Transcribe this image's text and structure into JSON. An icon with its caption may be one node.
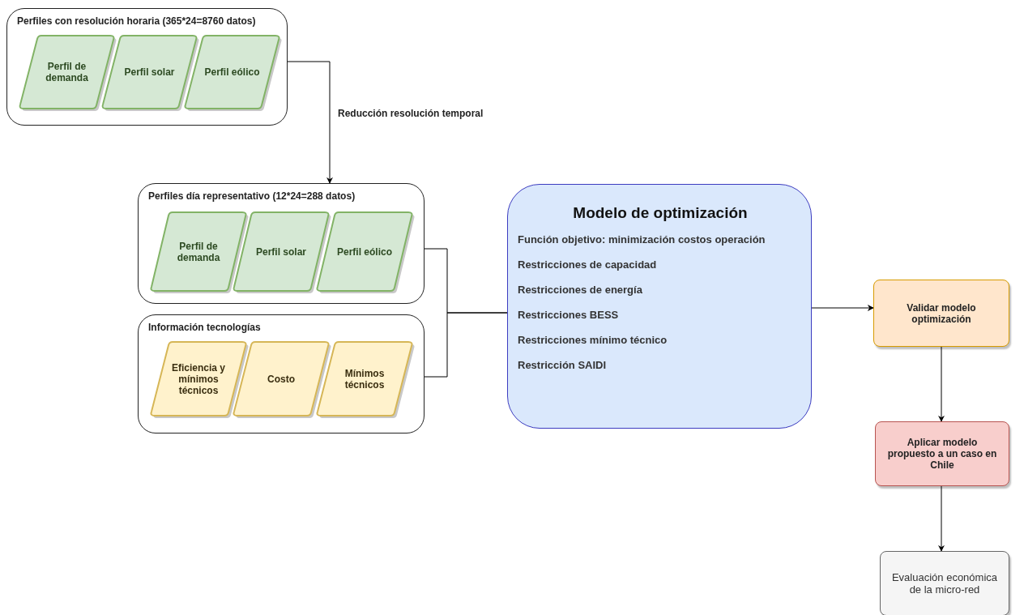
{
  "diagram": {
    "nodes": [
      {
        "text": [
          "Perfiles con resolución horaria (365*24=8760 datos)"
        ]
      },
      {
        "text": [
          "Perfil de demanda"
        ],
        "in": 0
      },
      {
        "text": [
          "Perfil solar"
        ],
        "in": 0
      },
      {
        "text": [
          "Perfil eólico"
        ],
        "in": 0
      },
      {
        "text": [
          "Perfiles día representativo  (12*24=288 datos)"
        ]
      },
      {
        "text": [
          "Perfil de demanda"
        ],
        "in": 4
      },
      {
        "text": [
          "Perfil solar"
        ],
        "in": 4
      },
      {
        "text": [
          "Perfil eólico"
        ],
        "in": 4
      },
      {
        "text": [
          "Información tecnologías"
        ]
      },
      {
        "text": [
          "Eficiencia y mínimos técnicos"
        ],
        "in": 8
      },
      {
        "text": [
          "Costo"
        ],
        "in": 8
      },
      {
        "text": [
          "Mínimos técnicos"
        ],
        "in": 8
      },
      {
        "text": [
          "Modelo de optimización",
          "Función objetivo: minimización costos operación",
          "Restricciones de capacidad",
          "Restricciones de energía",
          "Restricciones BESS",
          "Restricciones mínimo técnico",
          "Restricción SAIDI"
        ]
      },
      {
        "text": [
          "Validar modelo optimización"
        ]
      },
      {
        "text": [
          "Aplicar modelo propuesto a un caso en Chile"
        ]
      },
      {
        "text": [
          "Evaluación económica de la micro-red"
        ]
      }
    ],
    "edges": [
      {
        "from": 0,
        "to": 4,
        "arrow": "to",
        "label": "Reducción resolución temporal"
      },
      {
        "from": 4,
        "to": 12,
        "arrow": "none"
      },
      {
        "from": 8,
        "to": 12,
        "arrow": "none"
      },
      {
        "from": 12,
        "to": 13,
        "arrow": "to"
      },
      {
        "from": 13,
        "to": 14,
        "arrow": "to"
      },
      {
        "from": 14,
        "to": 15,
        "arrow": "to"
      }
    ]
  }
}
